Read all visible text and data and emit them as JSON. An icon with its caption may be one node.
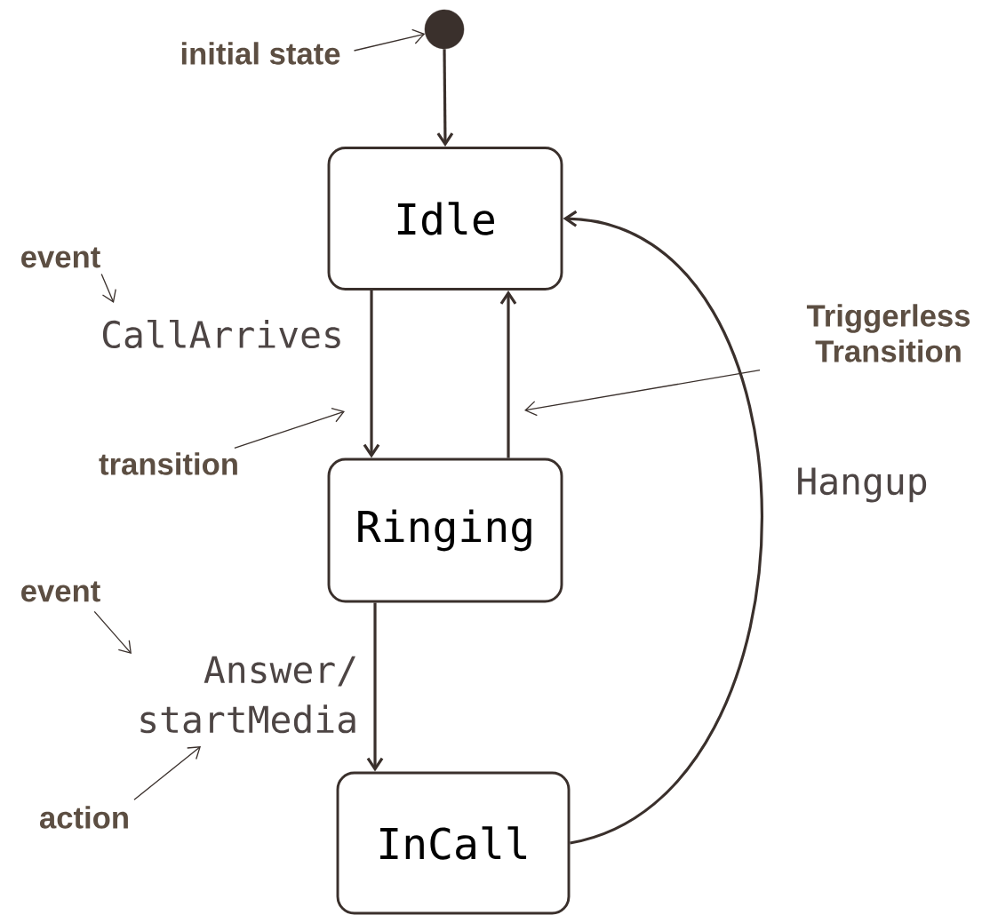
{
  "diagram": {
    "nodes": [
      {
        "text": [],
        "shape": "circle"
      },
      {
        "text": [
          "Idle"
        ]
      },
      {
        "text": [
          "Ringing"
        ]
      },
      {
        "text": [
          "InCall"
        ]
      },
      {
        "text": [
          "initial state"
        ]
      },
      {
        "text": [
          "event"
        ]
      },
      {
        "text": [
          "transition"
        ]
      },
      {
        "text": [
          "Triggerless Transition"
        ]
      },
      {
        "text": [
          "event"
        ]
      },
      {
        "text": [
          "action"
        ]
      }
    ],
    "edges": [
      {
        "from": 0,
        "to": 1,
        "arrow": "to",
        "style": "thick"
      },
      {
        "from": 1,
        "to": 2,
        "arrow": "to",
        "style": "thick",
        "label": "CallArrives"
      },
      {
        "from": 2,
        "to": 1,
        "arrow": "to",
        "style": "thick"
      },
      {
        "from": 2,
        "to": 3,
        "arrow": "to",
        "style": "thick",
        "label": "Answer/ startMedia"
      },
      {
        "from": 3,
        "to": 1,
        "arrow": "to",
        "style": "thick",
        "label": "Hangup"
      },
      {
        "from": 4,
        "to": 0,
        "arrow": "to"
      },
      {
        "from": 5,
        "to": null,
        "arrow": "to"
      },
      {
        "from": 6,
        "to": null,
        "arrow": "to"
      },
      {
        "from": 7,
        "to": null,
        "arrow": "to"
      },
      {
        "from": 8,
        "to": null,
        "arrow": "to"
      },
      {
        "from": 9,
        "to": null,
        "arrow": "to"
      }
    ]
  }
}
